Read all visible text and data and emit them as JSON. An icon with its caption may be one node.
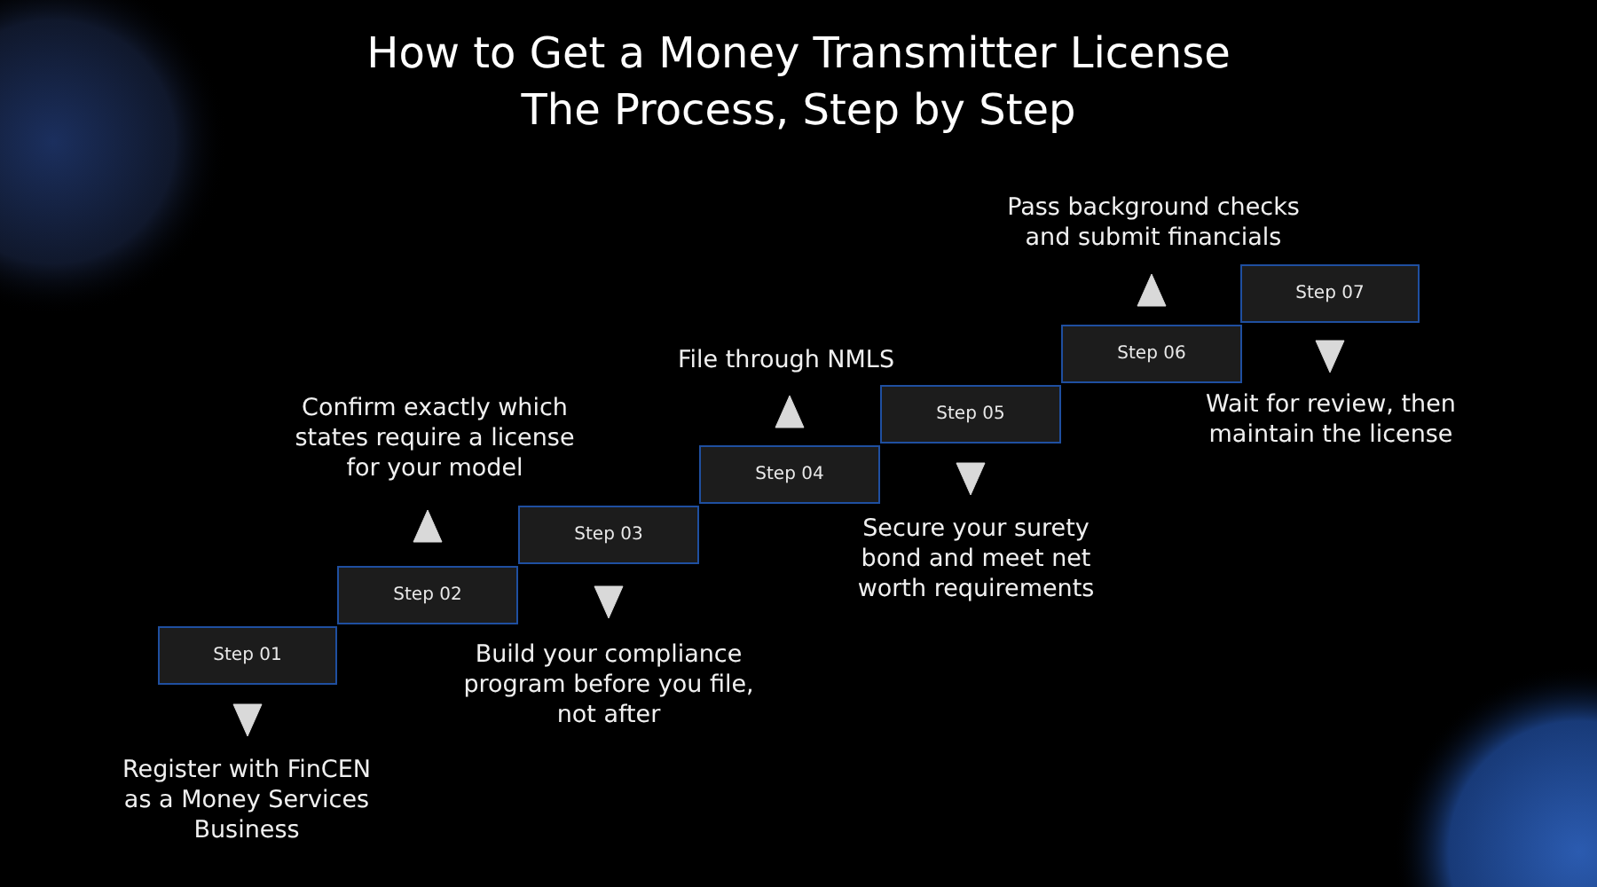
{
  "diagram": {
    "title": "How to Get a Money Transmitter License The Process, Step by Step",
    "nodes": [
      {
        "text": [
          "Step 01"
        ]
      },
      {
        "text": [
          "Register with FinCEN as a Money Services Business"
        ]
      },
      {
        "text": [
          "Step 02"
        ]
      },
      {
        "text": [
          "Confirm exactly which states require a license for your model"
        ]
      },
      {
        "text": [
          "Step 03"
        ]
      },
      {
        "text": [
          "Build your compliance program before you file, not after"
        ]
      },
      {
        "text": [
          "Step 04"
        ]
      },
      {
        "text": [
          "File through NMLS"
        ]
      },
      {
        "text": [
          "Step 05"
        ]
      },
      {
        "text": [
          "Secure your surety bond and meet net worth requirements"
        ]
      },
      {
        "text": [
          "Step 06"
        ]
      },
      {
        "text": [
          "Pass background checks and submit financials"
        ]
      },
      {
        "text": [
          "Step 07"
        ]
      },
      {
        "text": [
          "Wait for review, then maintain the license"
        ]
      }
    ],
    "edges": [
      {
        "from": 0,
        "to": 1,
        "arrow": "to"
      },
      {
        "from": 2,
        "to": 3,
        "arrow": "to"
      },
      {
        "from": 4,
        "to": 5,
        "arrow": "to"
      },
      {
        "from": 6,
        "to": 7,
        "arrow": "to"
      },
      {
        "from": 8,
        "to": 9,
        "arrow": "to"
      },
      {
        "from": 10,
        "to": 11,
        "arrow": "to"
      },
      {
        "from": 12,
        "to": 13,
        "arrow": "to"
      }
    ]
  }
}
